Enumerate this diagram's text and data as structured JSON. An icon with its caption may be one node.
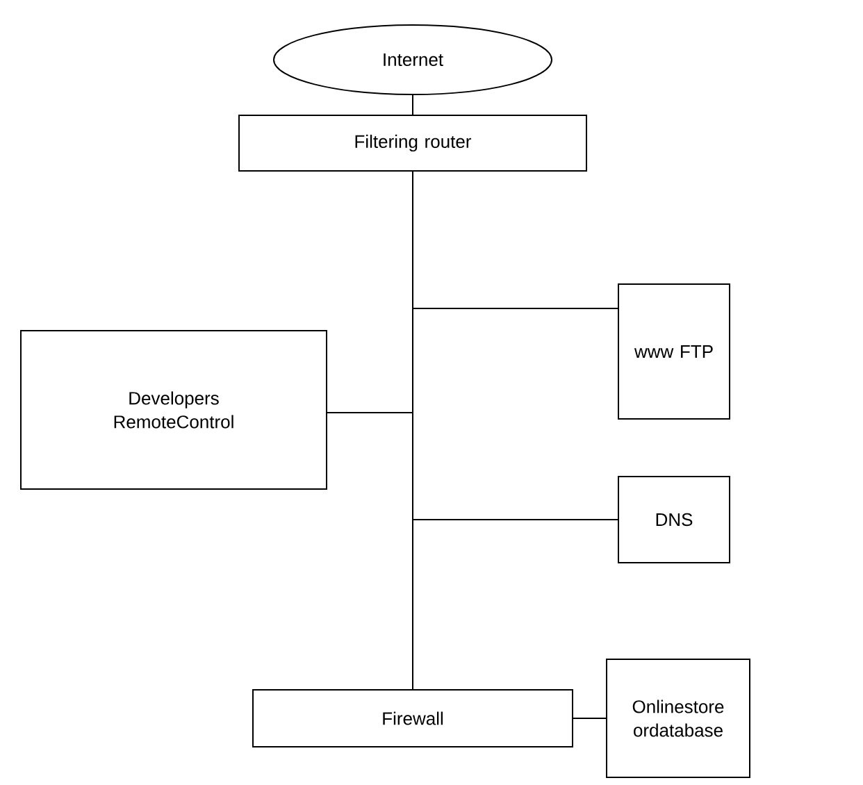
{
  "diagram": {
    "nodes": [
      {
        "text": [
          "Internet"
        ]
      },
      {
        "text": [
          "Filtering router"
        ]
      },
      {
        "text": [
          "www FTP"
        ]
      },
      {
        "text": [
          "Developers RemoteControl"
        ]
      },
      {
        "text": [
          "DNS"
        ]
      },
      {
        "text": [
          "Firewall"
        ]
      },
      {
        "text": [
          "Onlinestore ordatabase"
        ]
      }
    ],
    "edges": [
      {
        "from": 0,
        "to": 1,
        "arrow": "none"
      },
      {
        "from": 1,
        "to": 2,
        "arrow": "none"
      },
      {
        "from": 1,
        "to": 3,
        "arrow": "none"
      },
      {
        "from": 1,
        "to": 4,
        "arrow": "none"
      },
      {
        "from": 1,
        "to": 5,
        "arrow": "none"
      },
      {
        "from": 5,
        "to": 6,
        "arrow": "none"
      }
    ]
  }
}
